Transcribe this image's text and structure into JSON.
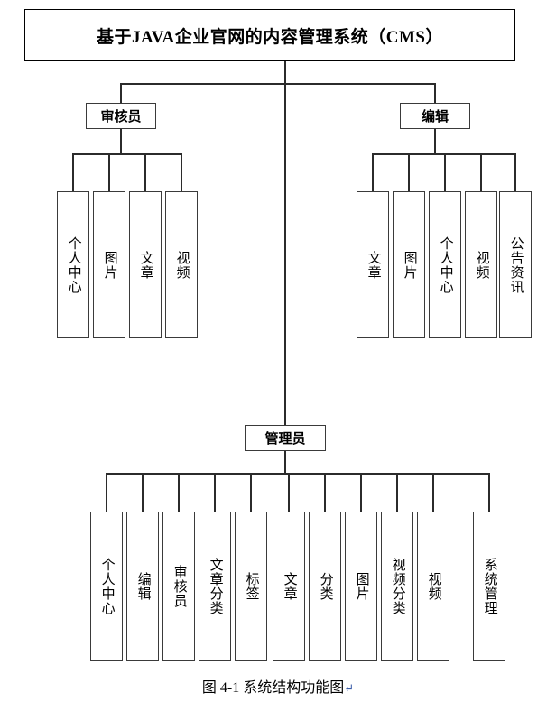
{
  "diagram": {
    "root": {
      "label": "基于JAVA企业官网的内容管理系统（CMS）"
    },
    "branches": [
      {
        "id": "auditor",
        "label": "审核员",
        "children": [
          {
            "label": "个人中心"
          },
          {
            "label": "图片"
          },
          {
            "label": "文章"
          },
          {
            "label": "视频"
          }
        ]
      },
      {
        "id": "editor",
        "label": "编辑",
        "children": [
          {
            "label": "文章"
          },
          {
            "label": "图片"
          },
          {
            "label": "个人中心"
          },
          {
            "label": "视频"
          },
          {
            "label": "公告资讯"
          }
        ]
      },
      {
        "id": "administrator",
        "label": "管理员",
        "children": [
          {
            "label": "个人中心"
          },
          {
            "label": "编辑"
          },
          {
            "label": "审核员"
          },
          {
            "label": "文章分类"
          },
          {
            "label": "标签"
          },
          {
            "label": "文章"
          },
          {
            "label": "分类"
          },
          {
            "label": "图片"
          },
          {
            "label": "视频分类"
          },
          {
            "label": "视频"
          },
          {
            "label": "系统管理"
          }
        ]
      }
    ]
  },
  "caption": {
    "text": "图 4-1  系统结构功能图",
    "mark": "↵"
  },
  "colors": {
    "line": "#2b2b2b",
    "box_border": "#3a3a3a",
    "background": "#ffffff",
    "text": "#000000",
    "mark": "#3b5ca8"
  }
}
